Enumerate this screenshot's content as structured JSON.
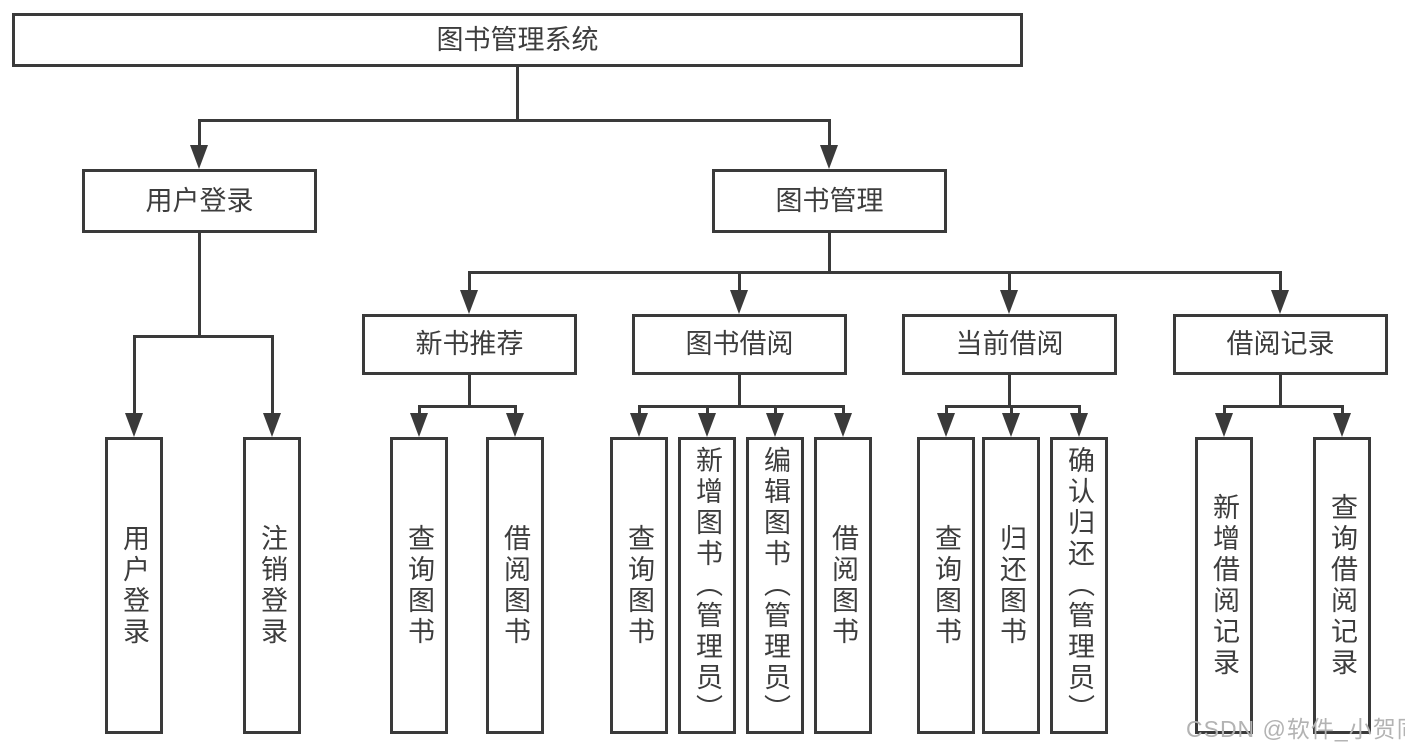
{
  "diagram": {
    "root": "图书管理系统",
    "level2": {
      "user_login": "用户登录",
      "book_mgmt": "图书管理"
    },
    "level3": {
      "new_books": "新书推荐",
      "book_borrow": "图书借阅",
      "current_borrow": "当前借阅",
      "borrow_records": "借阅记录"
    },
    "leaves": {
      "login": "用户登录",
      "logout": "注销登录",
      "nb_query": "查询图书",
      "nb_borrow": "借阅图书",
      "bb_query": "查询图书",
      "bb_add": "新增图书（管理员）",
      "bb_edit": "编辑图书（管理员）",
      "bb_borrow": "借阅图书",
      "cb_query": "查询图书",
      "cb_return": "归还图书",
      "cb_confirm": "确认归还（管理员）",
      "br_add": "新增借阅记录",
      "br_query": "查询借阅记录"
    },
    "watermark": "CSDN @软件_小贺同学",
    "colors": {
      "line": "#3a3a3a",
      "text": "#3d3d3d",
      "watermark": "#b3b3b3",
      "background": "#ffffff"
    }
  }
}
